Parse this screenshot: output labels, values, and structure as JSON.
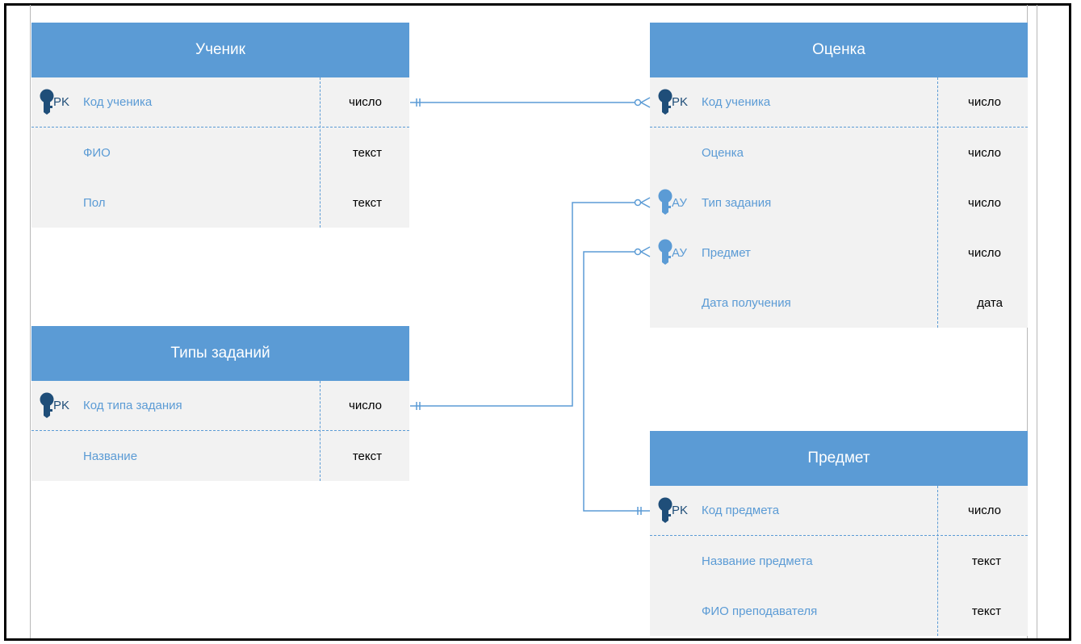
{
  "colors": {
    "header": "#5b9bd5",
    "body": "#f2f2f2",
    "field_text": "#5b9bd5",
    "key_icon": "#1f4e79",
    "type_text": "#000000",
    "connector": "#5b9bd5"
  },
  "entities": {
    "student": {
      "title": "Ученик",
      "rows": [
        {
          "key": "PK",
          "name": "Код ученика",
          "type": "число"
        },
        {
          "key": "",
          "name": "ФИО",
          "type": "текст"
        },
        {
          "key": "",
          "name": "Пол",
          "type": "текст"
        }
      ]
    },
    "task_types": {
      "title": "Типы заданий",
      "rows": [
        {
          "key": "PK",
          "name": "Код типа задания",
          "type": "число"
        },
        {
          "key": "",
          "name": "Название",
          "type": "текст"
        }
      ]
    },
    "grade": {
      "title": "Оценка",
      "rows": [
        {
          "key": "PK",
          "name": "Код ученика",
          "type": "число"
        },
        {
          "key": "",
          "name": "Оценка",
          "type": "число"
        },
        {
          "key": "АУ",
          "name": "Тип задания",
          "type": "число"
        },
        {
          "key": "АУ",
          "name": "Предмет",
          "type": "число"
        },
        {
          "key": "",
          "name": "Дата получения",
          "type": "дата"
        }
      ]
    },
    "subject": {
      "title": "Предмет",
      "rows": [
        {
          "key": "PK",
          "name": "Код предмета",
          "type": "число"
        },
        {
          "key": "",
          "name": "Название предмета",
          "type": "текст"
        },
        {
          "key": "",
          "name": "ФИО преподавателя",
          "type": "текст"
        }
      ]
    }
  }
}
